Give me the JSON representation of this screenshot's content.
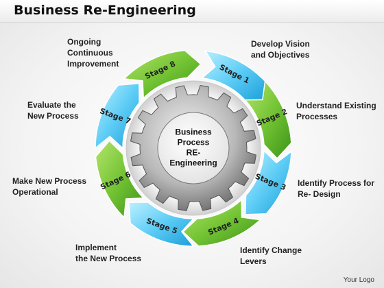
{
  "title": "Business Re-Engineering",
  "center_text": [
    "Business",
    "Process",
    "RE-",
    "Engineering"
  ],
  "stages": [
    {
      "label": "Stage 1",
      "caption": "Develop Vision\nand Objectives",
      "color": "blue"
    },
    {
      "label": "Stage 2",
      "caption": "Understand  Existing\nProcesses",
      "color": "green"
    },
    {
      "label": "Stage 3",
      "caption": "Identify Process for\nRe- Design",
      "color": "blue"
    },
    {
      "label": "Stage 4",
      "caption": "Identify Change\nLevers",
      "color": "green"
    },
    {
      "label": "Stage 5",
      "caption": "Implement\nthe New Process",
      "color": "blue"
    },
    {
      "label": "Stage 6",
      "caption": "Make New Process\nOperational",
      "color": "green"
    },
    {
      "label": "Stage 7",
      "caption": "Evaluate the\nNew Process",
      "color": "blue"
    },
    {
      "label": "Stage 8",
      "caption": "Ongoing\nContinuous\nImprovement",
      "color": "green"
    }
  ],
  "colors": {
    "blue_light": "#8fe0ff",
    "blue_dark": "#1ba6e0",
    "green_light": "#9ad94a",
    "green_dark": "#3f9a1b",
    "gear_light": "#e6e6e6",
    "gear_dark": "#6e6e6e"
  },
  "logo": "Your Logo"
}
